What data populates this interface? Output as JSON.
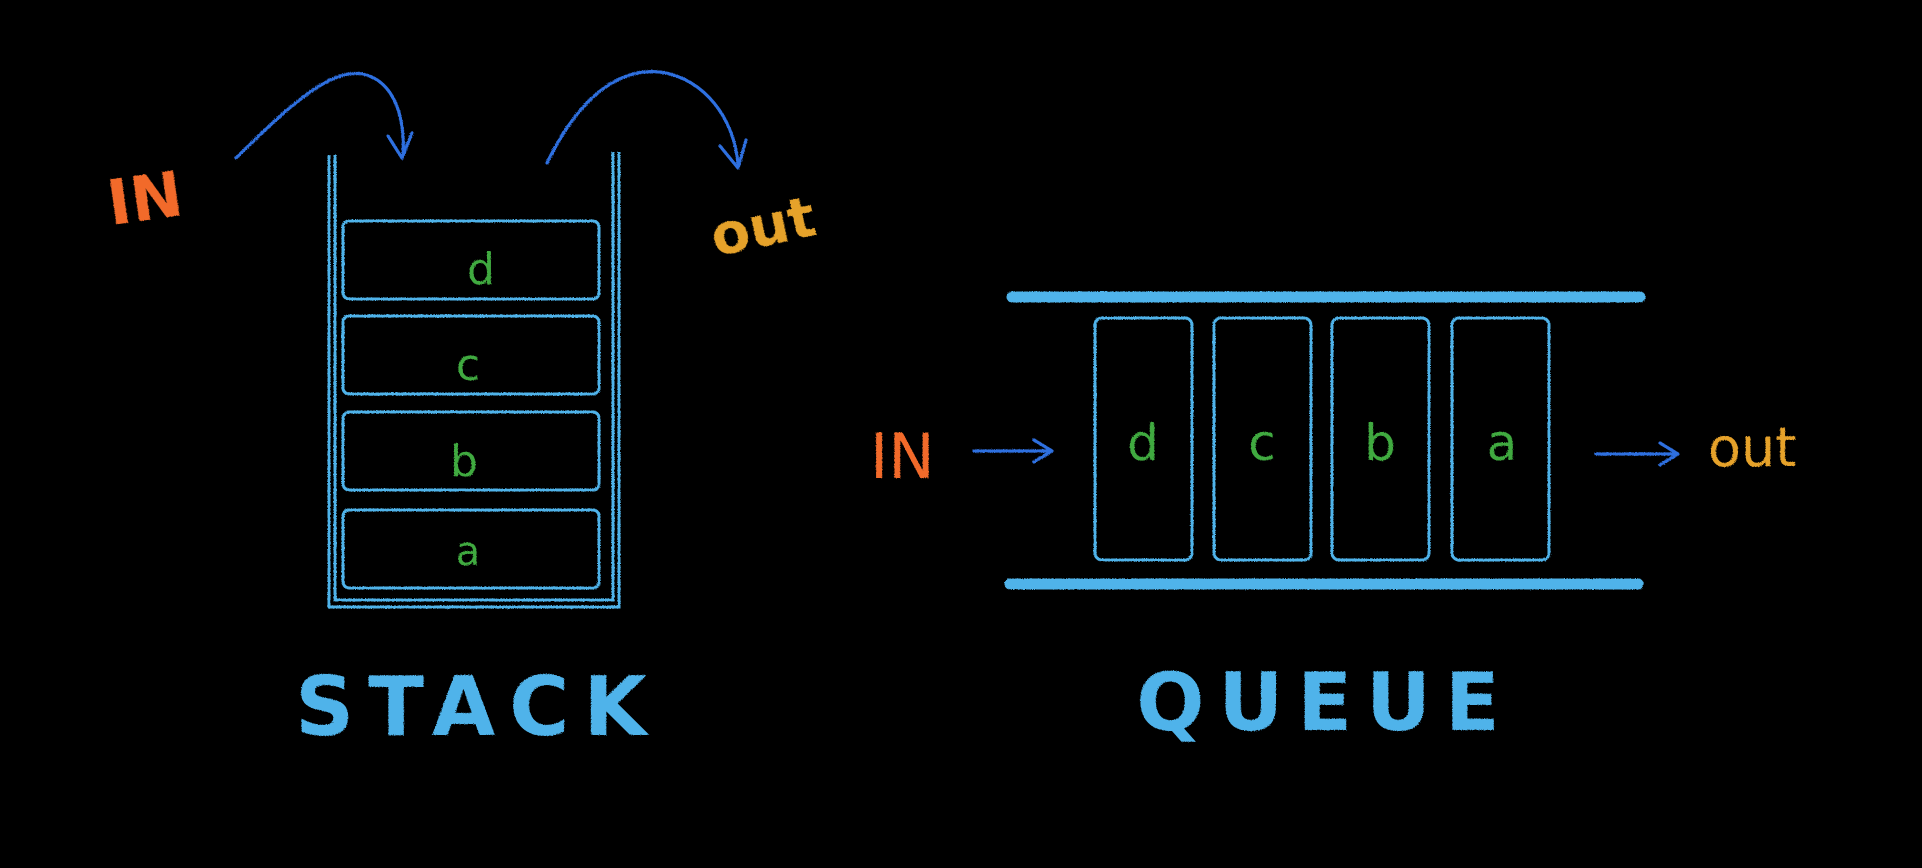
{
  "colors": {
    "background": "#000000",
    "structure": "#4fb3ea",
    "arrow": "#2f6fe0",
    "in_label": "#f26b2c",
    "out_label": "#e6a22a",
    "item": "#3faa3f"
  },
  "stack": {
    "in_label": "IN",
    "out_label": "out",
    "items": [
      "d",
      "c",
      "b",
      "a"
    ],
    "title": "STACK"
  },
  "queue": {
    "in_label": "IN",
    "out_label": "out",
    "items": [
      "d",
      "c",
      "b",
      "a"
    ],
    "title": "QUEUE"
  }
}
